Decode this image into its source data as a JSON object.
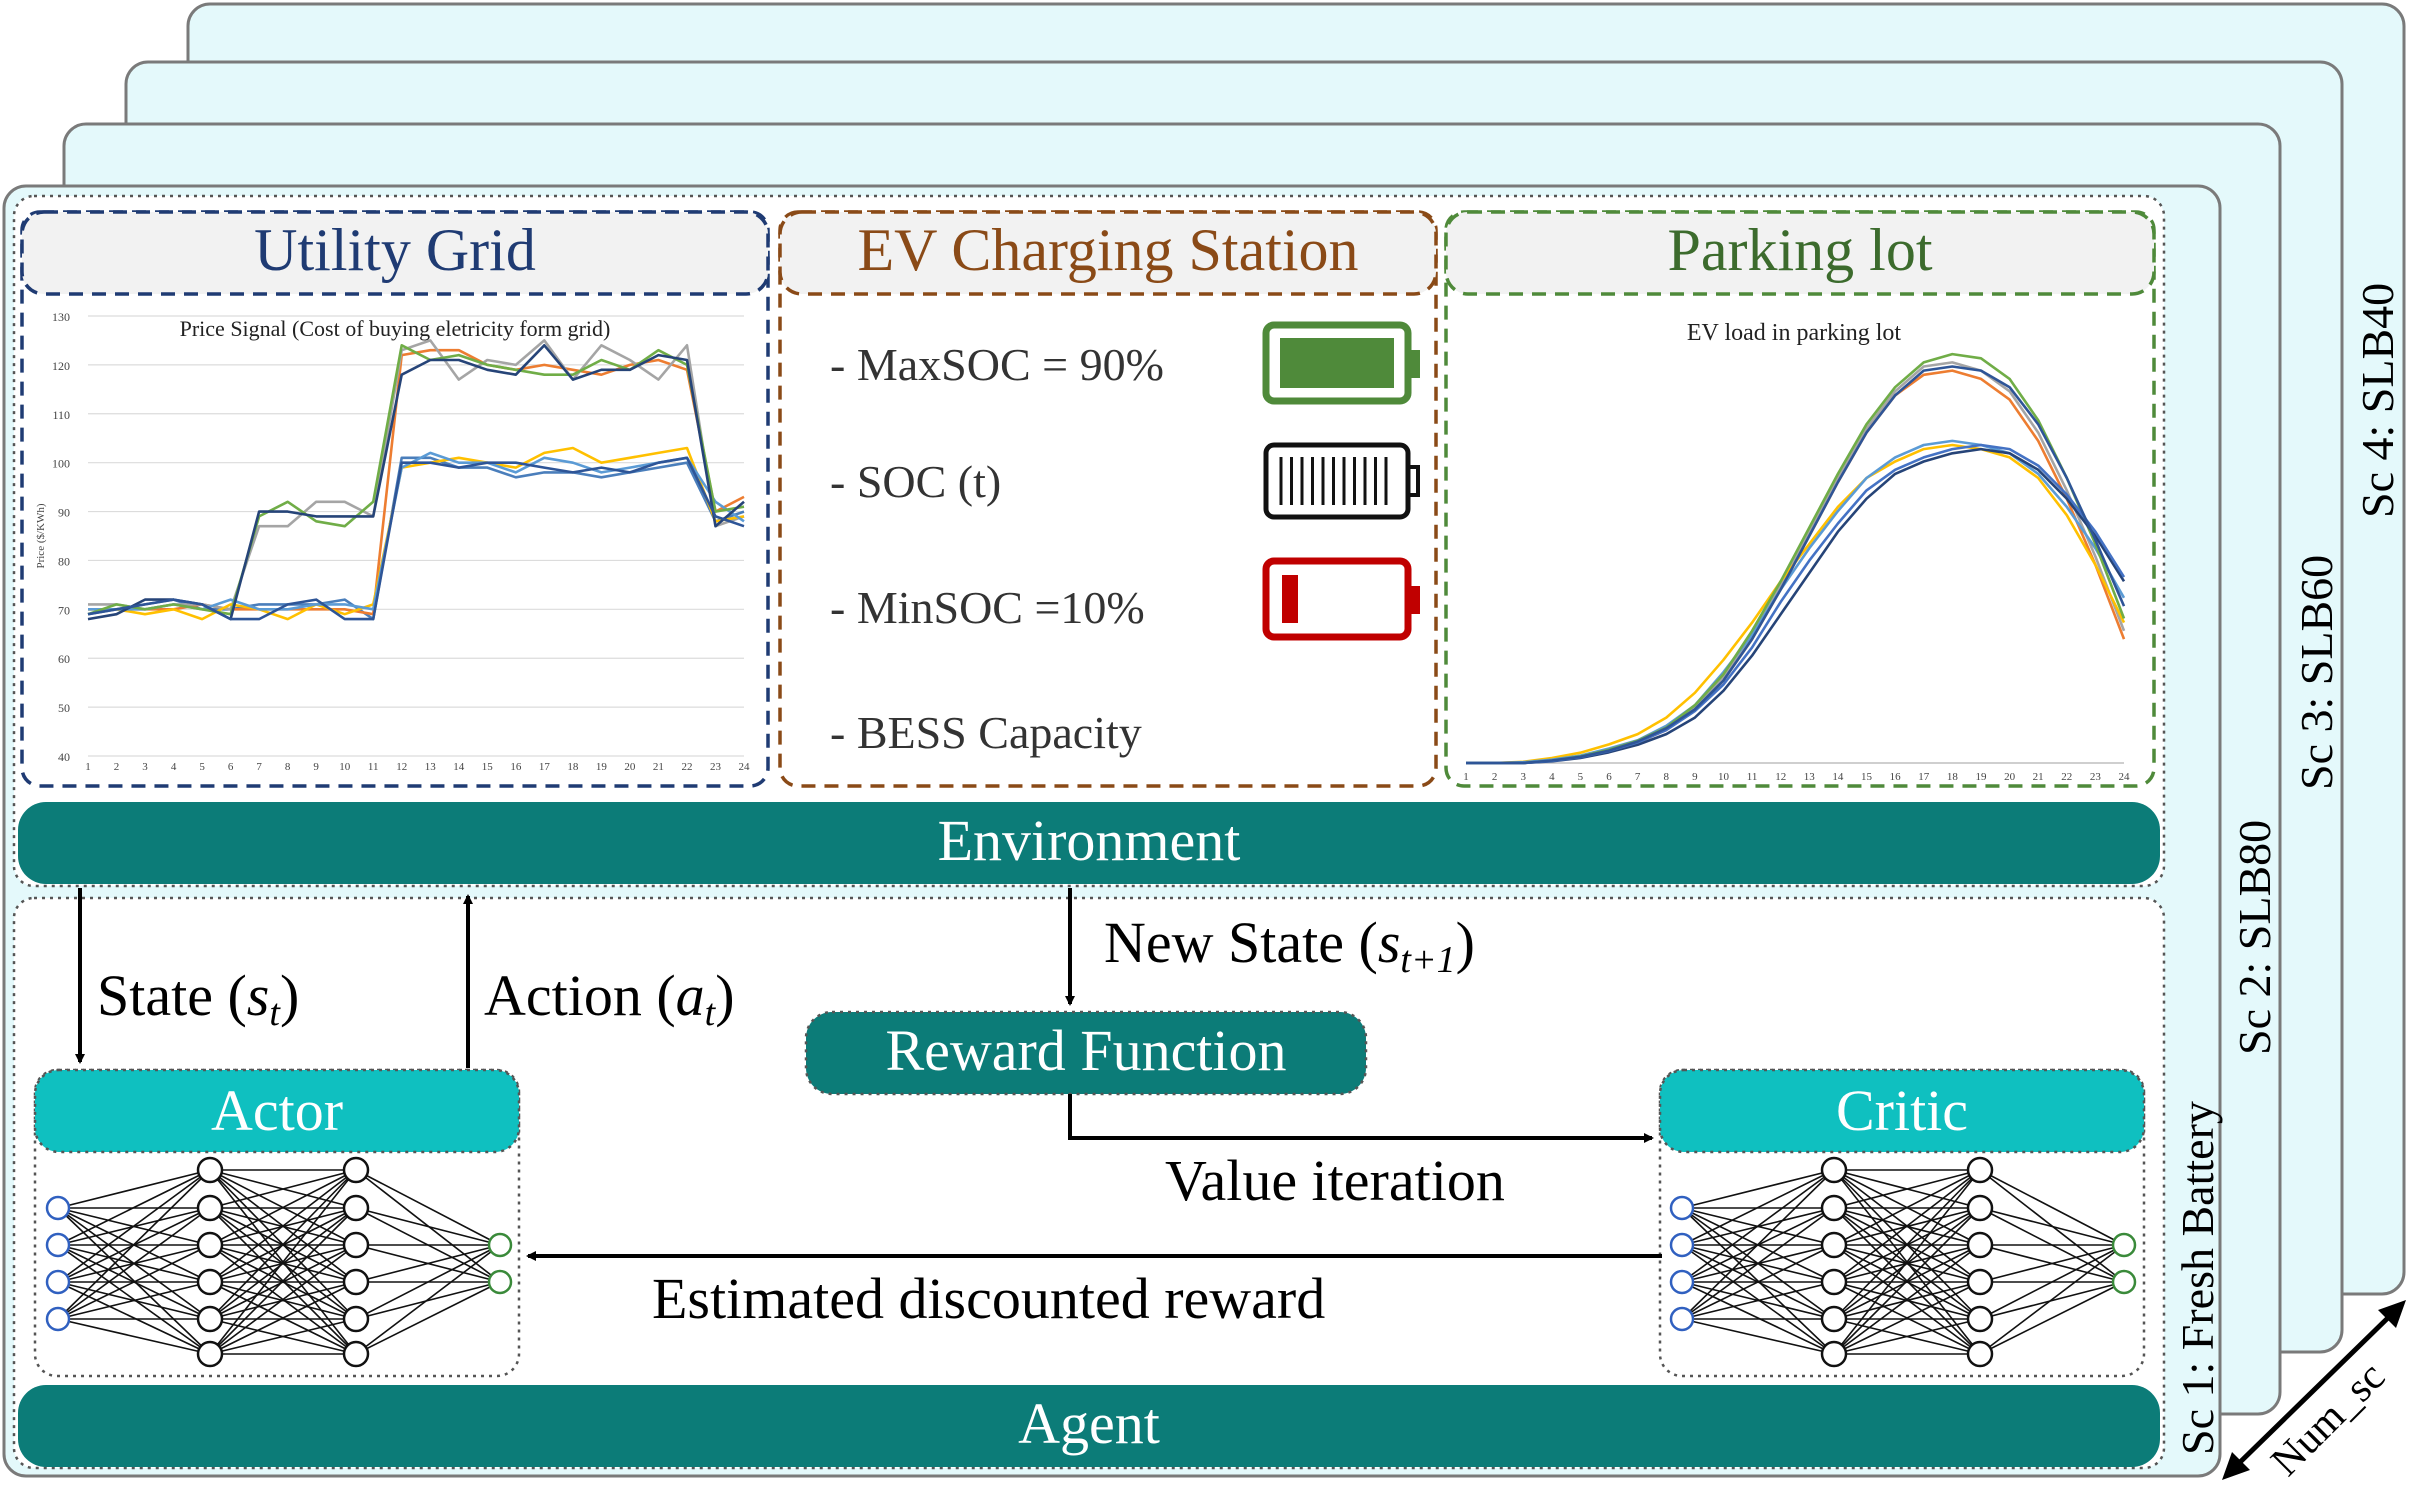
{
  "scenarios": [
    {
      "label": "Sc 1: Fresh Battery"
    },
    {
      "label": "Sc 2: SLB80"
    },
    {
      "label": "Sc 3: SLB60"
    },
    {
      "label": "Sc 4: SLB40"
    }
  ],
  "num_sc_label": "Num_sc",
  "colors": {
    "teal_dark": "#0c7c78",
    "teal_light": "#0fc0c0",
    "scenario_fill": "#e4f9fb",
    "utility_border": "#1f3b73",
    "ev_border": "#8a4a17",
    "parking_border": "#4f8a3a",
    "battery_green": "#4f8a3a",
    "battery_red": "#c00000"
  },
  "utility_grid": {
    "title": "Utility Grid",
    "chart_data": {
      "type": "line",
      "title": "Price Signal (Cost of buying eletricity form grid)",
      "ylabel": "Price ($/KWh)",
      "xlabel": "",
      "x": [
        1,
        2,
        3,
        4,
        5,
        6,
        7,
        8,
        9,
        10,
        11,
        12,
        13,
        14,
        15,
        16,
        17,
        18,
        19,
        20,
        21,
        22,
        23,
        24
      ],
      "ylim": [
        40,
        130
      ],
      "yticks": [
        40,
        50,
        60,
        70,
        80,
        90,
        100,
        110,
        120,
        130
      ],
      "grid": true,
      "series": [
        {
          "color": "#4a7ebb",
          "values": [
            69,
            70,
            71,
            72,
            70,
            70,
            71,
            71,
            71,
            72,
            68,
            101,
            101,
            99,
            99,
            97,
            98,
            98,
            97,
            98,
            99,
            100,
            88,
            90
          ]
        },
        {
          "color": "#ed7d31",
          "values": [
            70,
            70,
            70,
            70,
            71,
            70,
            70,
            70,
            70,
            70,
            69,
            122,
            123,
            123,
            120,
            119,
            120,
            119,
            118,
            120,
            121,
            119,
            90,
            93
          ]
        },
        {
          "color": "#a5a5a5",
          "values": [
            71,
            71,
            70,
            71,
            71,
            70,
            87,
            87,
            92,
            92,
            89,
            123,
            125,
            117,
            121,
            120,
            125,
            117,
            124,
            121,
            117,
            124,
            87,
            89
          ]
        },
        {
          "color": "#ffc000",
          "values": [
            70,
            70,
            69,
            70,
            68,
            71,
            70,
            68,
            71,
            69,
            71,
            99,
            100,
            101,
            100,
            99,
            102,
            103,
            100,
            101,
            102,
            103,
            88,
            89
          ]
        },
        {
          "color": "#5b9bd5",
          "values": [
            70,
            70,
            70,
            71,
            70,
            72,
            70,
            70,
            71,
            71,
            70,
            99,
            102,
            100,
            100,
            98,
            101,
            100,
            98,
            99,
            100,
            101,
            92,
            88
          ]
        },
        {
          "color": "#70ad47",
          "values": [
            69,
            71,
            70,
            71,
            70,
            69,
            89,
            92,
            88,
            87,
            92,
            124,
            121,
            122,
            120,
            119,
            118,
            118,
            121,
            119,
            123,
            120,
            90,
            91
          ]
        },
        {
          "color": "#264478",
          "values": [
            68,
            69,
            72,
            72,
            71,
            68,
            90,
            90,
            89,
            89,
            89,
            118,
            121,
            121,
            119,
            118,
            124,
            117,
            119,
            119,
            122,
            121,
            87,
            92
          ]
        },
        {
          "color": "#2e5597",
          "values": [
            69,
            70,
            71,
            72,
            71,
            68,
            68,
            71,
            72,
            68,
            68,
            100,
            100,
            99,
            100,
            100,
            99,
            98,
            99,
            98,
            100,
            101,
            89,
            87
          ]
        }
      ]
    }
  },
  "ev_station": {
    "title": "EV Charging Station",
    "items": [
      {
        "label": "- MaxSOC = 90%",
        "icon": "battery-full-green-icon"
      },
      {
        "label": "- SOC (t)",
        "icon": "battery-black-icon"
      },
      {
        "label": "- MinSOC =10%",
        "icon": "battery-low-red-icon"
      },
      {
        "label": "- BESS Capacity",
        "icon": ""
      }
    ]
  },
  "parking_lot": {
    "title": "Parking lot",
    "chart_data": {
      "type": "line",
      "title": "EV load in parking lot",
      "xlabel": "",
      "ylabel": "",
      "x": [
        1,
        2,
        3,
        4,
        5,
        6,
        7,
        8,
        9,
        10,
        11,
        12,
        13,
        14,
        15,
        16,
        17,
        18,
        19,
        20,
        21,
        22,
        23,
        24
      ],
      "ylim": [
        0,
        100
      ],
      "grid": false,
      "series": [
        {
          "color": "#ed7d31",
          "values": [
            0,
            0,
            0,
            0.6,
            1.5,
            3,
            5,
            8,
            13,
            20,
            30,
            42,
            55,
            68,
            80,
            89,
            94,
            95,
            93,
            88,
            78,
            64,
            48,
            30
          ]
        },
        {
          "color": "#a5a5a5",
          "values": [
            0,
            0,
            0,
            0.6,
            1.6,
            3.1,
            5.2,
            8.3,
            13.4,
            21,
            31,
            43,
            56,
            69,
            81,
            90,
            96,
            97,
            95,
            90,
            80,
            66,
            50,
            32
          ]
        },
        {
          "color": "#ffc000",
          "values": [
            0,
            0,
            0.3,
            1.2,
            2.5,
            4.5,
            7,
            11,
            17,
            25,
            34,
            44,
            53,
            62,
            69,
            73,
            76,
            77,
            76,
            74,
            69,
            60,
            48,
            34
          ]
        },
        {
          "color": "#5b9bd5",
          "values": [
            0,
            0,
            0.2,
            0.8,
            1.8,
            3.5,
            5.5,
            9,
            14,
            22,
            31,
            42,
            52,
            61,
            69,
            74,
            77,
            78,
            77,
            75,
            70,
            62,
            52,
            40
          ]
        },
        {
          "color": "#70ad47",
          "values": [
            0,
            0,
            0,
            0.6,
            1.6,
            3.2,
            5.4,
            8.6,
            14,
            21.5,
            32,
            44,
            57,
            70,
            82,
            91,
            97,
            99,
            98,
            93,
            83,
            69,
            53,
            35
          ]
        },
        {
          "color": "#264478",
          "values": [
            0,
            0,
            0,
            0.4,
            1.2,
            2.6,
            4.4,
            7,
            11,
            17.5,
            26,
            36,
            46,
            56,
            64,
            70,
            73,
            75,
            76,
            75,
            71,
            64,
            55,
            44
          ]
        },
        {
          "color": "#4472c4",
          "values": [
            0,
            0,
            0,
            0.5,
            1.4,
            2.9,
            5,
            8,
            12.6,
            19,
            28,
            39,
            49,
            58,
            66,
            71,
            74,
            76,
            77,
            76,
            72,
            65,
            56,
            45
          ]
        },
        {
          "color": "#2e5597",
          "values": [
            0,
            0,
            0,
            0.6,
            1.5,
            3,
            5.2,
            8.4,
            13,
            20,
            30,
            42,
            55,
            68,
            80,
            89,
            95,
            96,
            95,
            91,
            82,
            69,
            54,
            38
          ]
        }
      ]
    }
  },
  "environment_label": "Environment",
  "agent_label": "Agent",
  "actor_label": "Actor",
  "critic_label": "Critic",
  "reward_function_label": "Reward Function",
  "state_text": "State (",
  "state_sym": "s",
  "state_sub": "t",
  "state_close": ")",
  "action_text": "Action (",
  "action_sym": "a",
  "action_sub": "t",
  "action_close": ")",
  "new_state_text": "New State (",
  "new_state_sym": "s",
  "new_state_sub": "t+1",
  "new_state_close": ")",
  "value_iteration_label": "Value iteration",
  "estimated_reward_label": "Estimated discounted reward"
}
